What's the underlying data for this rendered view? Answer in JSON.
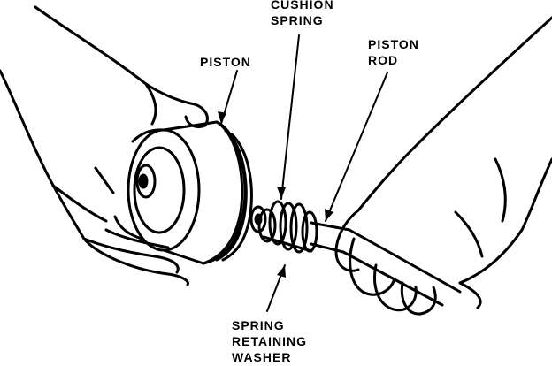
{
  "labels": {
    "cushion_spring": [
      "CUSHION",
      "SPRING"
    ],
    "piston_rod": [
      "PISTON",
      "ROD"
    ],
    "piston": [
      "PISTON"
    ],
    "spring_retaining_washer": [
      "SPRING",
      "RETAINING",
      "WASHER"
    ]
  },
  "colors": {
    "ink": "#000000",
    "paper": "#ffffff"
  }
}
